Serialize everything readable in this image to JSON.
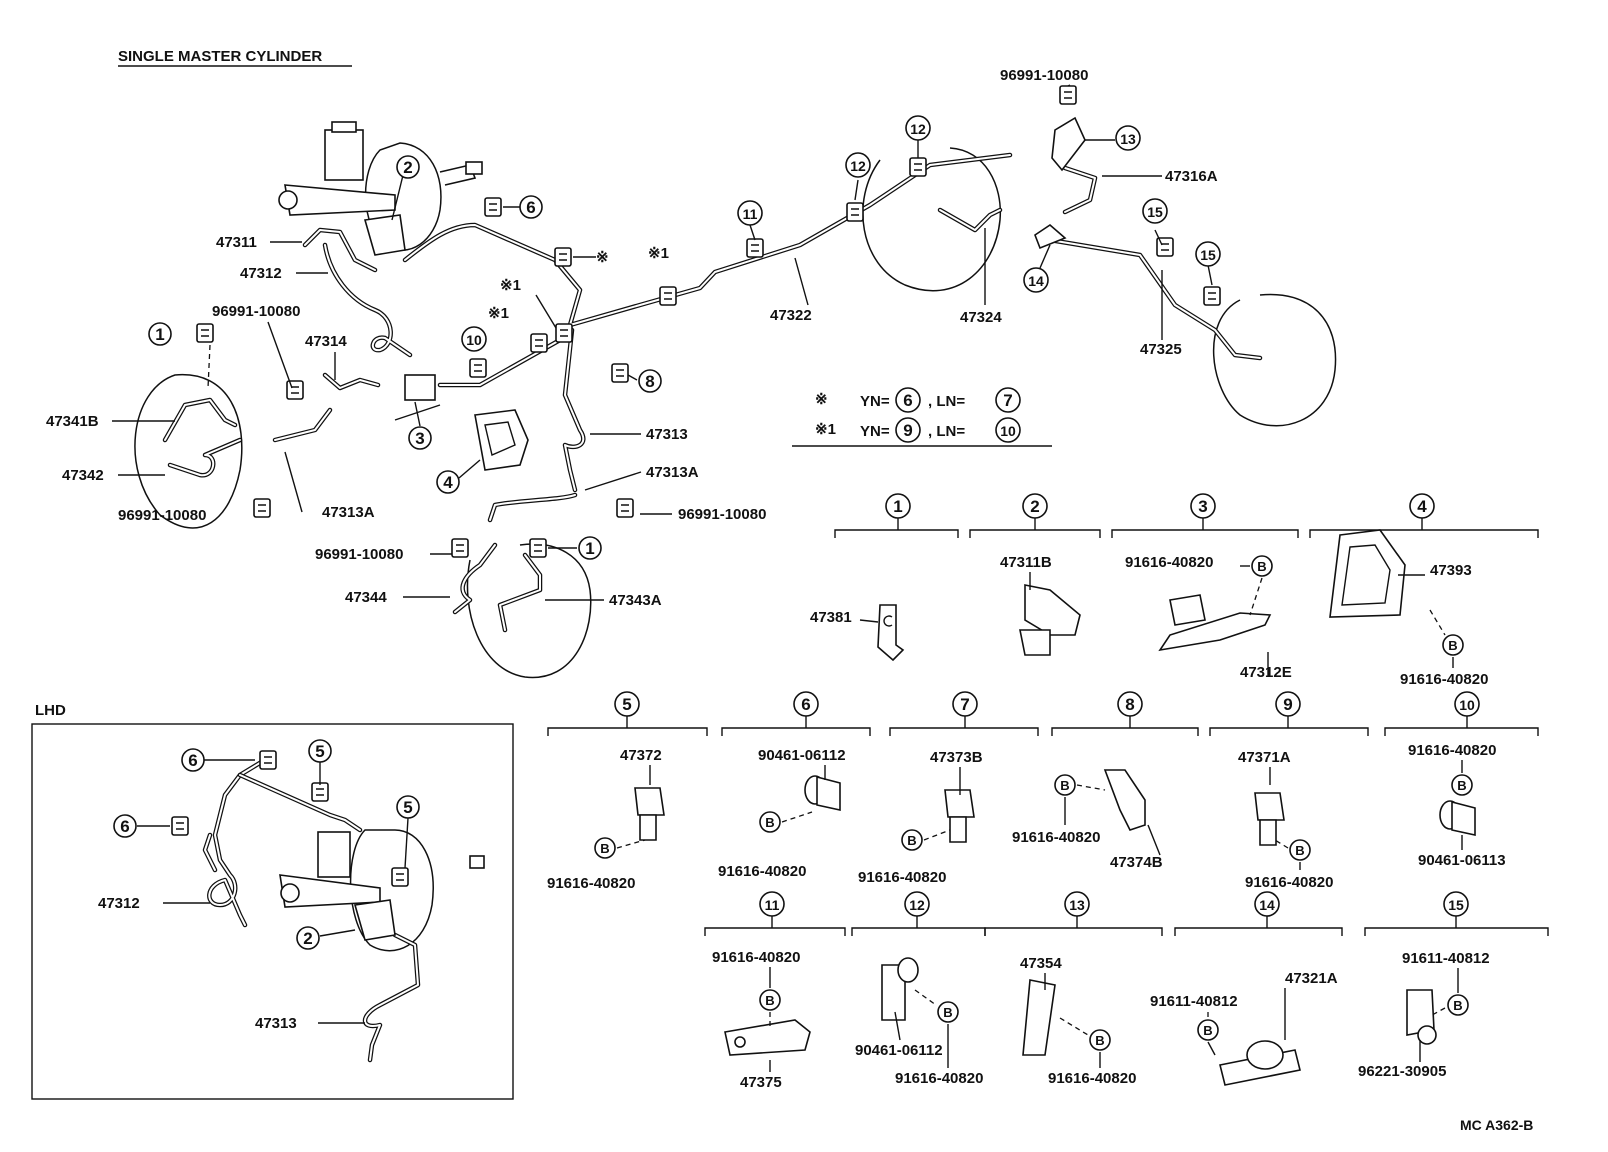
{
  "title": "SINGLE MASTER CYLINDER",
  "code": "MC A362-B",
  "lhd_label": "LHD",
  "legend": {
    "row1": {
      "mark": "※",
      "yn_label": "YN=",
      "yn_ref": "6",
      "ln_label": ", LN=",
      "ln_ref": "7"
    },
    "row2": {
      "mark": "※1",
      "yn_label": "YN=",
      "yn_ref": "9",
      "ln_label": ", LN=",
      "ln_ref": "10"
    }
  },
  "main_labels": {
    "p47311": "47311",
    "p47312": "47312",
    "p96991_a": "96991-10080",
    "p47314": "47314",
    "p47341B": "47341B",
    "p47342": "47342",
    "p96991_b": "96991-10080",
    "p47313A_a": "47313A",
    "p96991_c": "96991-10080",
    "p47344": "47344",
    "p47343A": "47343A",
    "p47313": "47313",
    "p47313A_b": "47313A",
    "p96991_d": "96991-10080",
    "p47322": "47322",
    "p47324": "47324",
    "p96991_e": "96991-10080",
    "p47316A": "47316A",
    "p47325": "47325",
    "star1_a": "※1",
    "star1_b": "※1",
    "star1_c": "※1",
    "star": "※"
  },
  "callouts": {
    "c1a": "1",
    "c2a": "2",
    "c3a": "3",
    "c4a": "4",
    "c6a": "6",
    "c8a": "8",
    "c10a": "10",
    "c11a": "11",
    "c12a": "12",
    "c12b": "12",
    "c13a": "13",
    "c14a": "14",
    "c15a": "15",
    "c15b": "15",
    "c1b": "1"
  },
  "lhd_labels": {
    "p47312": "47312",
    "p47313": "47313",
    "c6a": "6",
    "c6b": "6",
    "c5a": "5",
    "c5b": "5",
    "c2": "2"
  },
  "details": [
    {
      "num": "1",
      "parts": [
        "47381"
      ]
    },
    {
      "num": "2",
      "parts": [
        "47311B"
      ]
    },
    {
      "num": "3",
      "parts": [
        "91616-40820",
        "47312E"
      ],
      "bolt": "B"
    },
    {
      "num": "4",
      "parts": [
        "47393",
        "91616-40820"
      ],
      "bolt": "B"
    },
    {
      "num": "5",
      "parts": [
        "47372",
        "91616-40820"
      ],
      "bolt": "B"
    },
    {
      "num": "6",
      "parts": [
        "90461-06112",
        "91616-40820"
      ],
      "bolt": "B"
    },
    {
      "num": "7",
      "parts": [
        "47373B",
        "91616-40820"
      ],
      "bolt": "B"
    },
    {
      "num": "8",
      "parts": [
        "91616-40820",
        "47374B"
      ],
      "bolt": "B"
    },
    {
      "num": "9",
      "parts": [
        "47371A",
        "91616-40820"
      ],
      "bolt": "B"
    },
    {
      "num": "10",
      "parts": [
        "91616-40820",
        "90461-06113"
      ],
      "bolt": "B"
    },
    {
      "num": "11",
      "parts": [
        "91616-40820",
        "47375"
      ],
      "bolt": "B"
    },
    {
      "num": "12",
      "parts": [
        "90461-06112",
        "91616-40820"
      ],
      "bolt": "B"
    },
    {
      "num": "13",
      "parts": [
        "47354",
        "91616-40820"
      ],
      "bolt": "B"
    },
    {
      "num": "14",
      "parts": [
        "47321A",
        "91611-40812"
      ],
      "bolt": "B"
    },
    {
      "num": "15",
      "parts": [
        "91611-40812",
        "96221-30905"
      ],
      "bolt": "B"
    }
  ]
}
